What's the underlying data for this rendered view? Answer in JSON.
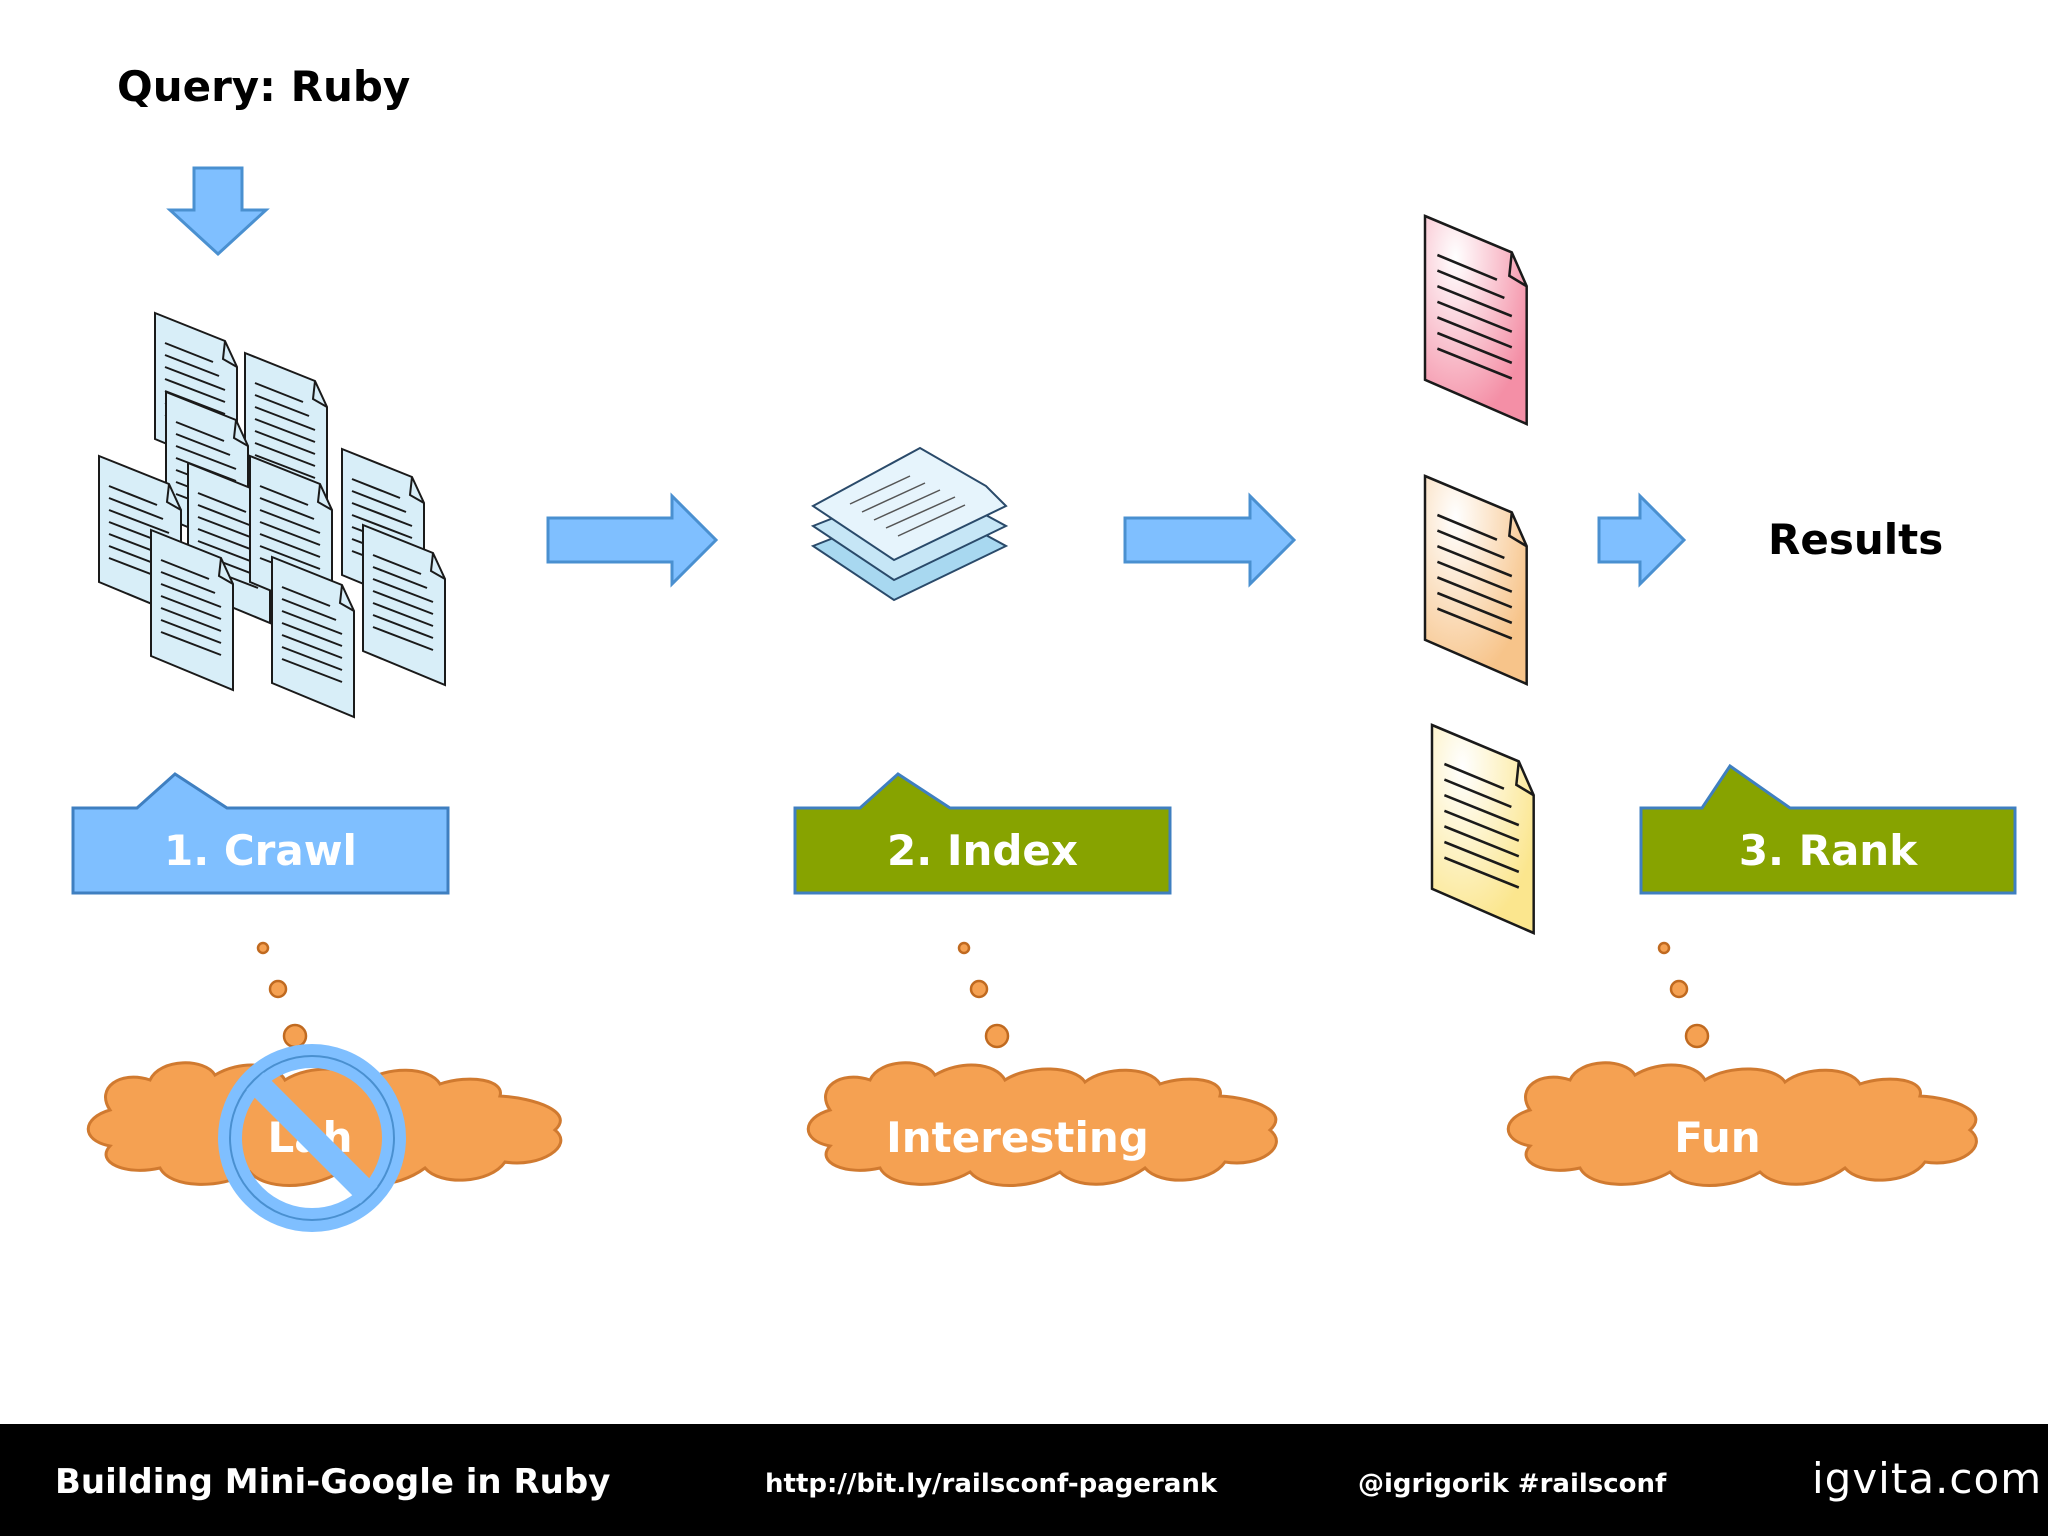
{
  "query": {
    "label": "Query: Ruby"
  },
  "steps": [
    {
      "label": "1. Crawl",
      "color": "#7FBFFF",
      "note": "Lah",
      "note_struck": true
    },
    {
      "label": "2. Index",
      "color": "#87A300",
      "note": "Interesting",
      "note_struck": false
    },
    {
      "label": "3. Rank",
      "color": "#87A300",
      "note": "Fun",
      "note_struck": false
    }
  ],
  "results": {
    "label": "Results"
  },
  "colors": {
    "arrow": "#7FBFFF",
    "arrow_stroke": "#4A90D0",
    "cloud": "#F5A152",
    "cloud_stroke": "#D07A30",
    "doc_blue": "#D8EEF8",
    "doc_red": "#F7A3B4",
    "doc_orange": "#F9D0A0",
    "doc_yellow": "#FCEFA8",
    "prohibit": "#7FBFFF",
    "footer_bg": "#000000"
  },
  "footer": {
    "title": "Building Mini-Google in Ruby",
    "url": "http://bit.ly/railsconf-pagerank",
    "handle": "@igrigorik #railsconf",
    "brand": "igvita.com"
  }
}
